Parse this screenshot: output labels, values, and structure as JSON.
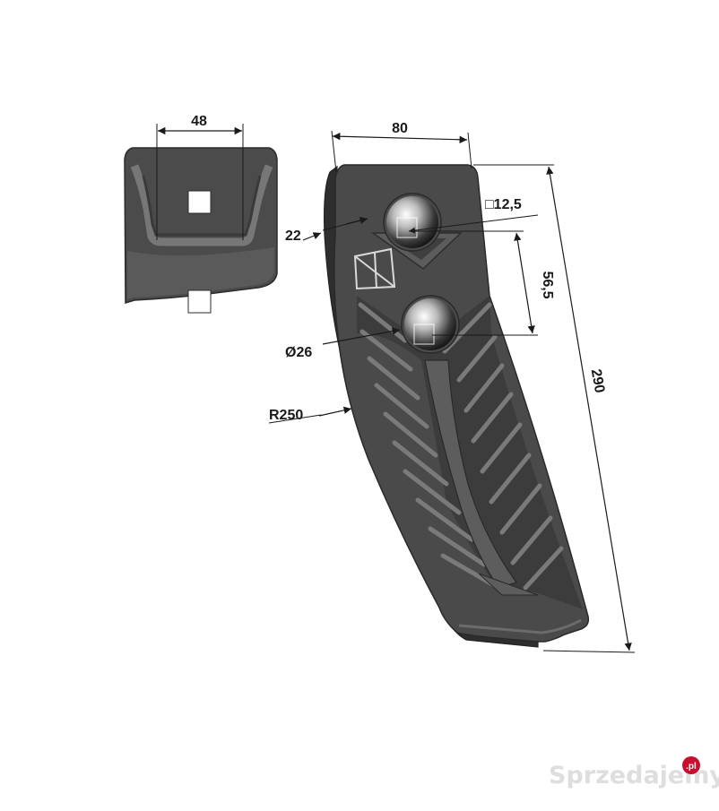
{
  "dimensions": {
    "top_width": "48",
    "blade_width": "80",
    "edge_offset": "22",
    "square_hole": "□12,5",
    "hole_spacing": "56,5",
    "round_hole": "Ø26",
    "radius": "R250",
    "length": "290"
  },
  "watermark": {
    "text": "Sprzedajemy",
    "badge": ".pl"
  },
  "colors": {
    "part_fill": "#4a4a4a",
    "part_light": "#6a6a6a",
    "part_dark": "#2c2c2c",
    "logo_outline": "#d9d9d9",
    "watermark_badge": "#c8102e"
  }
}
